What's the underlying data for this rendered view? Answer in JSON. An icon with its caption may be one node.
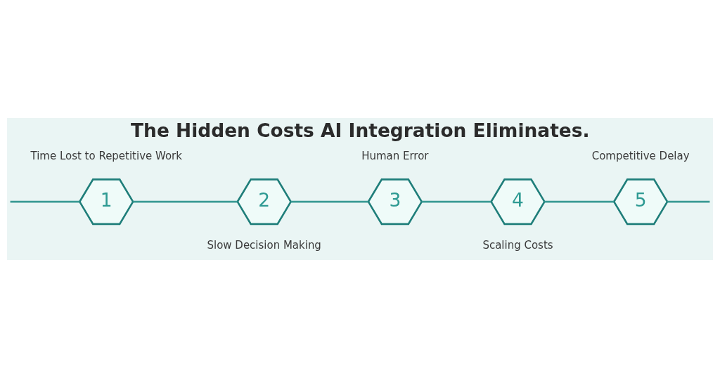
{
  "diagram": {
    "title": "The Hidden Costs AI Integration Eliminates.",
    "nodes": [
      {
        "text": [
          "1"
        ],
        "beside": [
          "Time Lost to Repetitive Work"
        ]
      },
      {
        "text": [
          "2"
        ],
        "beside": [
          "Slow Decision Making"
        ]
      },
      {
        "text": [
          "3"
        ],
        "beside": [
          "Human Error"
        ]
      },
      {
        "text": [
          "4"
        ],
        "beside": [
          "Scaling Costs"
        ]
      },
      {
        "text": [
          "5"
        ],
        "beside": [
          "Competitive Delay"
        ]
      }
    ],
    "edges": [
      {
        "from": null,
        "to": 0,
        "arrow": "none"
      },
      {
        "from": 0,
        "to": 1,
        "arrow": "none"
      },
      {
        "from": 1,
        "to": 2,
        "arrow": "none"
      },
      {
        "from": 2,
        "to": 3,
        "arrow": "none"
      },
      {
        "from": 3,
        "to": 4,
        "arrow": "none"
      },
      {
        "from": 4,
        "to": null,
        "arrow": "none"
      }
    ]
  }
}
